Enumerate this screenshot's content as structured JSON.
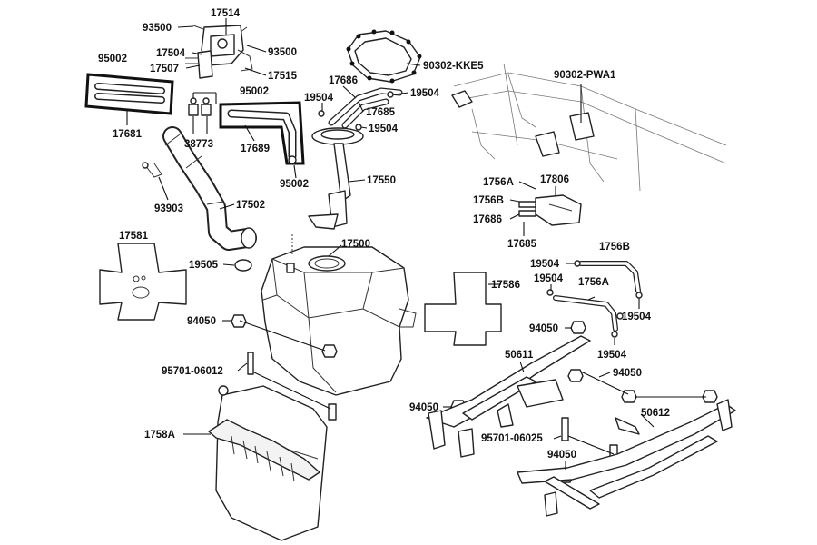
{
  "labels": {
    "p93500a": "93500",
    "p17514": "17514",
    "p17504": "17504",
    "p93500b": "93500",
    "p95002a": "95002",
    "p17507": "17507",
    "p17515": "17515",
    "p95002b": "95002",
    "p17681": "17681",
    "p38773": "38773",
    "p17689": "17689",
    "p95002c": "95002",
    "p93903": "93903",
    "p17502": "17502",
    "p17581": "17581",
    "p19505": "19505",
    "p94050a": "94050",
    "p95701a": "95701-06012",
    "p1758A": "1758A",
    "pKKE5": "90302-KKE5",
    "p17686a": "17686",
    "p19504a": "19504",
    "p19504b": "19504",
    "p17685a": "17685",
    "p19504c": "19504",
    "p17550": "17550",
    "p17500": "17500",
    "pPWA1": "90302-PWA1",
    "p1756A": "1756A",
    "p17806": "17806",
    "p1756B": "1756B",
    "p17686b": "17686",
    "p17685b": "17685",
    "p17586": "17586",
    "p19504d": "19504",
    "p1756B2": "1756B",
    "p19504e": "19504",
    "p1756A2": "1756A",
    "p19504f": "19504",
    "p94050b": "94050",
    "p19504g": "19504",
    "p50611": "50611",
    "p94050c": "94050",
    "p94050d": "94050",
    "p50612": "50612",
    "p95701b": "95701-06025",
    "p94050e": "94050"
  }
}
